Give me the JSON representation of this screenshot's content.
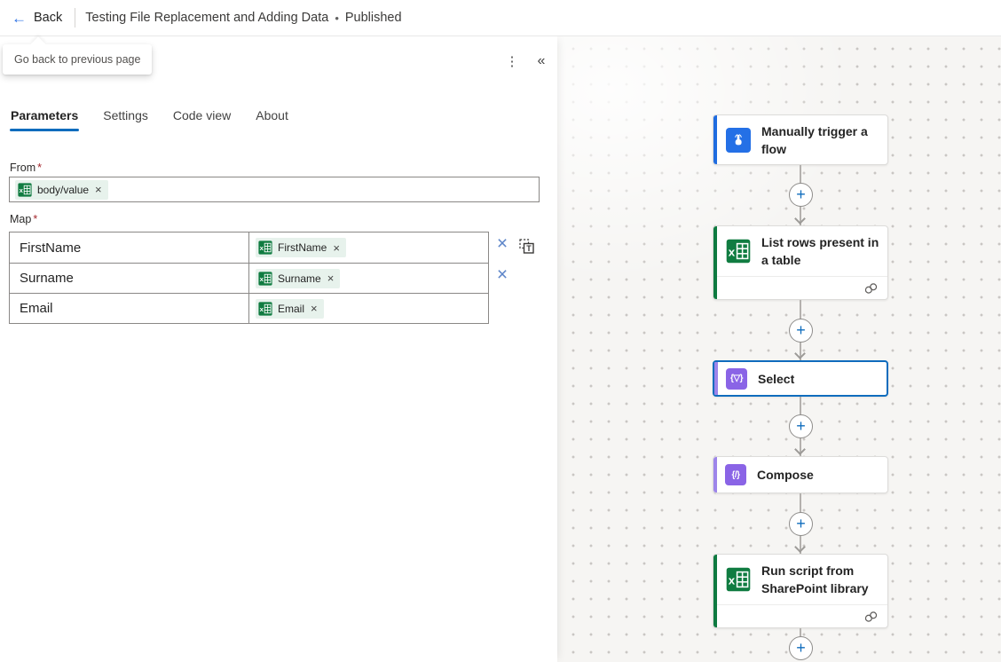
{
  "icons": {
    "back_arrow": "←",
    "bullet": "•",
    "more": "⋮",
    "collapse": "«",
    "plus": "+",
    "close": "×",
    "remove_x": "×",
    "required": "*",
    "select_glyph": "{▽}",
    "compose_glyph": "{/}"
  },
  "topbar": {
    "back_label": "Back",
    "title": "Testing File Replacement and Adding Data",
    "status": "Published"
  },
  "tooltip": {
    "text": "Go back to previous page"
  },
  "panel": {
    "tabs": [
      {
        "label": "Parameters"
      },
      {
        "label": "Settings"
      },
      {
        "label": "Code view"
      },
      {
        "label": "About"
      }
    ],
    "active_tab": "Parameters",
    "from_field": {
      "label": "From",
      "token": "body/value"
    },
    "map_field": {
      "label": "Map",
      "rows": [
        {
          "key": "FirstName",
          "token": "FirstName"
        },
        {
          "key": "Surname",
          "token": "Surname"
        },
        {
          "key": "Email",
          "token": "Email"
        }
      ]
    }
  },
  "flow": {
    "nodes": [
      {
        "title": "Manually trigger a flow",
        "connector": "Manual trigger"
      },
      {
        "title": "List rows present in a table",
        "connector": "Excel Online (Business)"
      },
      {
        "title": "Select",
        "connector": "Data Operation",
        "selected": true
      },
      {
        "title": "Compose",
        "connector": "Data Operation"
      },
      {
        "title": "Run script from SharePoint library",
        "connector": "Excel Online (Business)"
      }
    ]
  },
  "colors": {
    "selected_outline": "#0f6cbd",
    "trigger_blue": "#2470e6",
    "excel_green": "#107c41",
    "data_op_purple": "#8a64e6",
    "token_bg": "#e7f2ec"
  }
}
